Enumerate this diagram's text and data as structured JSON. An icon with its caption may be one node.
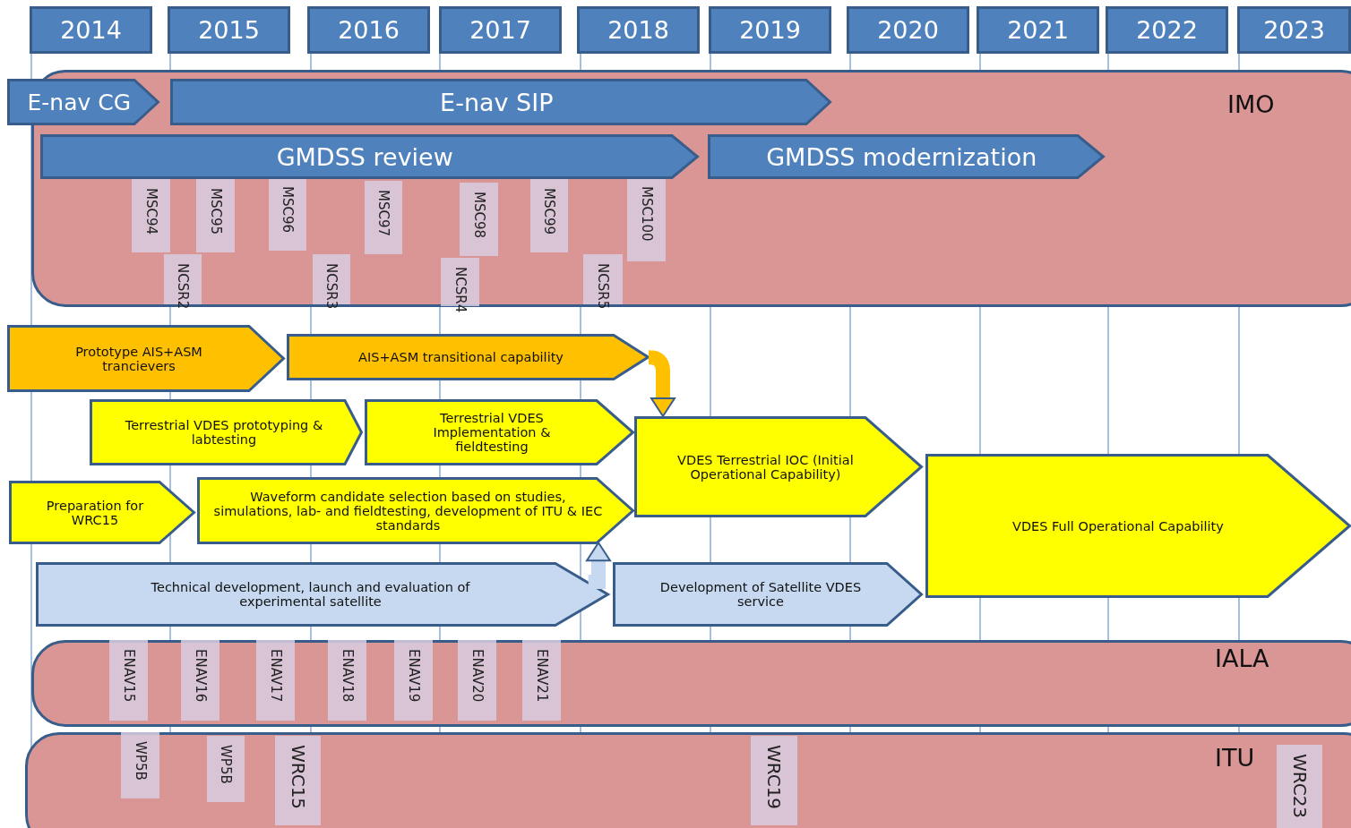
{
  "diagram": {
    "nodes": [
      {
        "text": [
          "2014"
        ]
      },
      {
        "text": [
          "2015"
        ]
      },
      {
        "text": [
          "2016"
        ]
      },
      {
        "text": [
          "2017"
        ]
      },
      {
        "text": [
          "2018"
        ]
      },
      {
        "text": [
          "2019"
        ]
      },
      {
        "text": [
          "2020"
        ]
      },
      {
        "text": [
          "2021"
        ]
      },
      {
        "text": [
          "2022"
        ]
      },
      {
        "text": [
          "2023"
        ]
      },
      {
        "text": [
          "IMO"
        ]
      },
      {
        "text": [
          "E-nav CG"
        ]
      },
      {
        "text": [
          "E-nav SIP"
        ],
        "in": 10
      },
      {
        "text": [
          "GMDSS review"
        ],
        "in": 10
      },
      {
        "text": [
          "GMDSS modernization"
        ],
        "in": 10
      },
      {
        "text": [
          "MSC94"
        ],
        "in": 10
      },
      {
        "text": [
          "NCSR2"
        ],
        "in": 10
      },
      {
        "text": [
          "MSC95"
        ],
        "in": 10
      },
      {
        "text": [
          "MSC96"
        ],
        "in": 10
      },
      {
        "text": [
          "NCSR3"
        ],
        "in": 10
      },
      {
        "text": [
          "MSC97"
        ],
        "in": 10
      },
      {
        "text": [
          "NCSR4"
        ],
        "in": 10
      },
      {
        "text": [
          "MSC98"
        ],
        "in": 10
      },
      {
        "text": [
          "MSC99"
        ],
        "in": 10
      },
      {
        "text": [
          "NCSR5"
        ],
        "in": 10
      },
      {
        "text": [
          "MSC100"
        ],
        "in": 10
      },
      {
        "text": [
          "Prototype AIS+ASM trancievers"
        ]
      },
      {
        "text": [
          "AIS+ASM transitional capability"
        ]
      },
      {
        "text": [
          "Terrestrial VDES prototyping & labtesting"
        ]
      },
      {
        "text": [
          "Terrestrial VDES Implementation & fieldtesting"
        ]
      },
      {
        "text": [
          "VDES Terrestrial IOC (Initial Operational Capability)"
        ]
      },
      {
        "text": [
          "Preparation for WRC15"
        ]
      },
      {
        "text": [
          "Waveform candidate selection based on studies, simulations, lab- and fieldtesting, development of ITU & IEC standards"
        ]
      },
      {
        "text": [
          "VDES Full Operational Capability"
        ]
      },
      {
        "text": [
          "Technical development, launch and evaluation of experimental satellite"
        ]
      },
      {
        "text": [
          "Development of Satellite VDES service"
        ]
      },
      {
        "text": [
          "IALA"
        ]
      },
      {
        "text": [
          "ENAV15"
        ],
        "in": 36
      },
      {
        "text": [
          "ENAV16"
        ],
        "in": 36
      },
      {
        "text": [
          "ENAV17"
        ],
        "in": 36
      },
      {
        "text": [
          "ENAV18"
        ],
        "in": 36
      },
      {
        "text": [
          "ENAV19"
        ],
        "in": 36
      },
      {
        "text": [
          "ENAV20"
        ],
        "in": 36
      },
      {
        "text": [
          "ENAV21"
        ],
        "in": 36
      },
      {
        "text": [
          "ITU"
        ]
      },
      {
        "text": [
          "WP5B"
        ],
        "in": 44
      },
      {
        "text": [
          "WP5B"
        ],
        "in": 44
      },
      {
        "text": [
          "WRC15"
        ],
        "in": 44
      },
      {
        "text": [
          "WRC19"
        ],
        "in": 44
      },
      {
        "text": [
          "WRC23"
        ],
        "in": 44
      }
    ],
    "edges": [
      {
        "from": 27,
        "to": 30,
        "arrow": "to",
        "color": "#ffc000"
      },
      {
        "from": 34,
        "to": 32,
        "arrow": "to",
        "color": "#c6d9f0"
      }
    ]
  }
}
